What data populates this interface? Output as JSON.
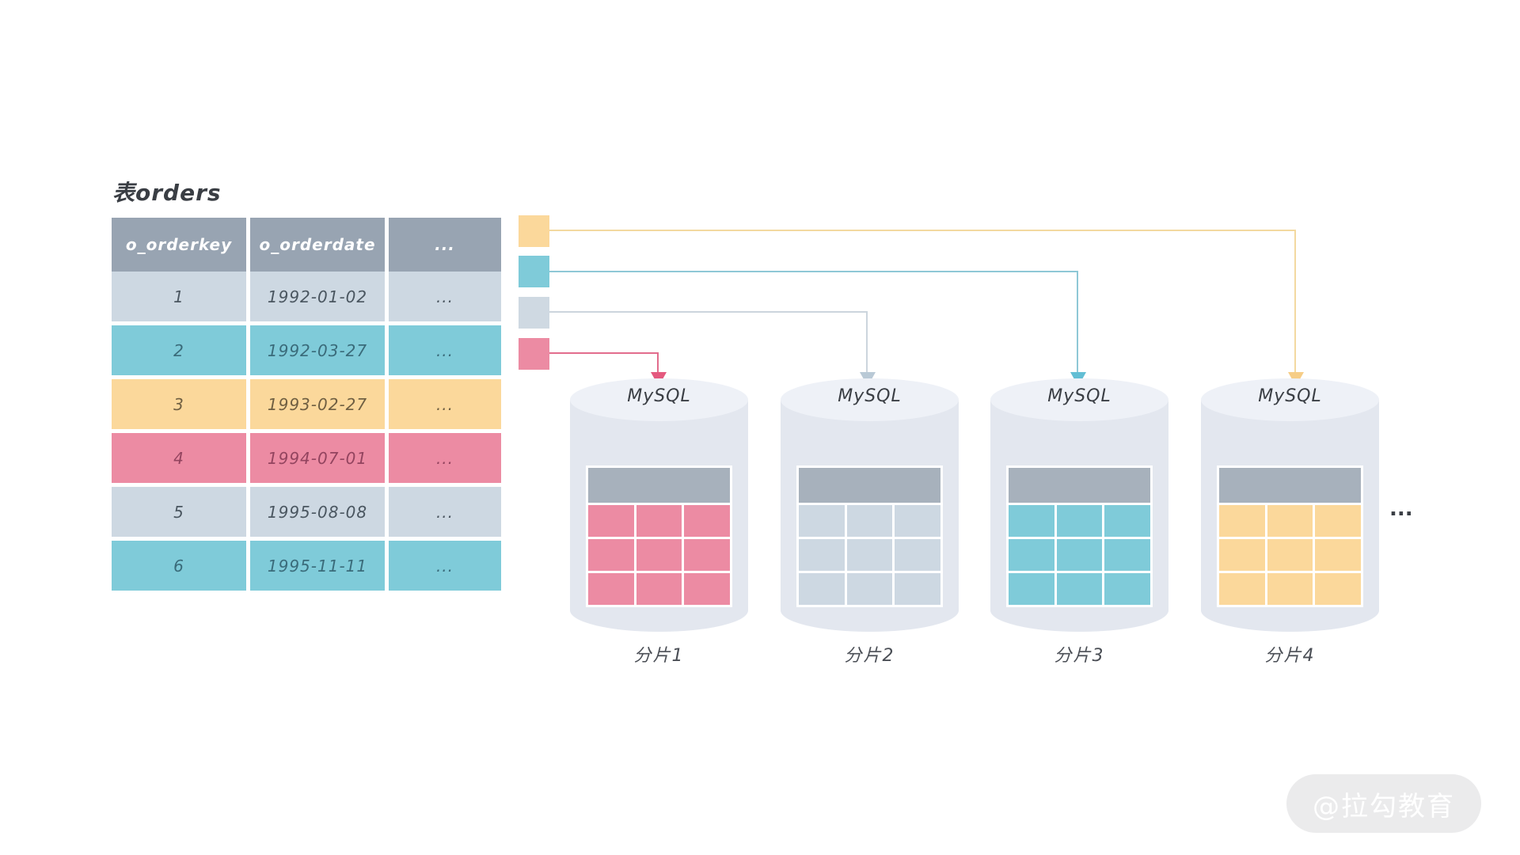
{
  "title": "表orders",
  "table": {
    "header_bg": "#98a4b2",
    "header_fg": "#ffffff",
    "headers": [
      "o_orderkey",
      "o_orderdate",
      "..."
    ],
    "rows": [
      {
        "key": "1",
        "date": "1992-01-02",
        "more": "...",
        "bg": "#cdd8e2",
        "fg": "#4a5660"
      },
      {
        "key": "2",
        "date": "1992-03-27",
        "more": "...",
        "bg": "#7fcbd9",
        "fg": "#3a6b7a"
      },
      {
        "key": "3",
        "date": "1993-02-27",
        "more": "...",
        "bg": "#fbd89b",
        "fg": "#6f5f42"
      },
      {
        "key": "4",
        "date": "1994-07-01",
        "more": "...",
        "bg": "#ec8ba3",
        "fg": "#93445f"
      },
      {
        "key": "5",
        "date": "1995-08-08",
        "more": "...",
        "bg": "#cdd8e2",
        "fg": "#4a5660"
      },
      {
        "key": "6",
        "date": "1995-11-11",
        "more": "...",
        "bg": "#7fcbd9",
        "fg": "#3a6b7a"
      }
    ]
  },
  "legend": {
    "yellow": "#fbd89b",
    "teal": "#7fcbd9",
    "light": "#cfd9e2",
    "pink": "#ec8ba3"
  },
  "connectors": {
    "yellow": {
      "line": "#f3d9a0",
      "arrow": "#f6cd87"
    },
    "teal": {
      "line": "#8fc8d6",
      "arrow": "#62bed4"
    },
    "gray": {
      "line": "#ccd5dd",
      "arrow": "#b9c9d6"
    },
    "pink": {
      "line": "#e26d8d",
      "arrow": "#e4597f"
    }
  },
  "cylinder": {
    "body": "#e3e7ef",
    "top": "#eef1f7",
    "table_header": "#a7b1bc",
    "label_color": "#3a3e44"
  },
  "shards": [
    {
      "db": "MySQL",
      "label": "分片1",
      "cell": "#ec8ba3"
    },
    {
      "db": "MySQL",
      "label": "分片2",
      "cell": "#cdd8e2"
    },
    {
      "db": "MySQL",
      "label": "分片3",
      "cell": "#7fcbd9"
    },
    {
      "db": "MySQL",
      "label": "分片4",
      "cell": "#fbd89b"
    }
  ],
  "more": "...",
  "watermark": {
    "text": "@拉勾教育",
    "bg": "#ebebec",
    "fg": "#ffffff"
  }
}
